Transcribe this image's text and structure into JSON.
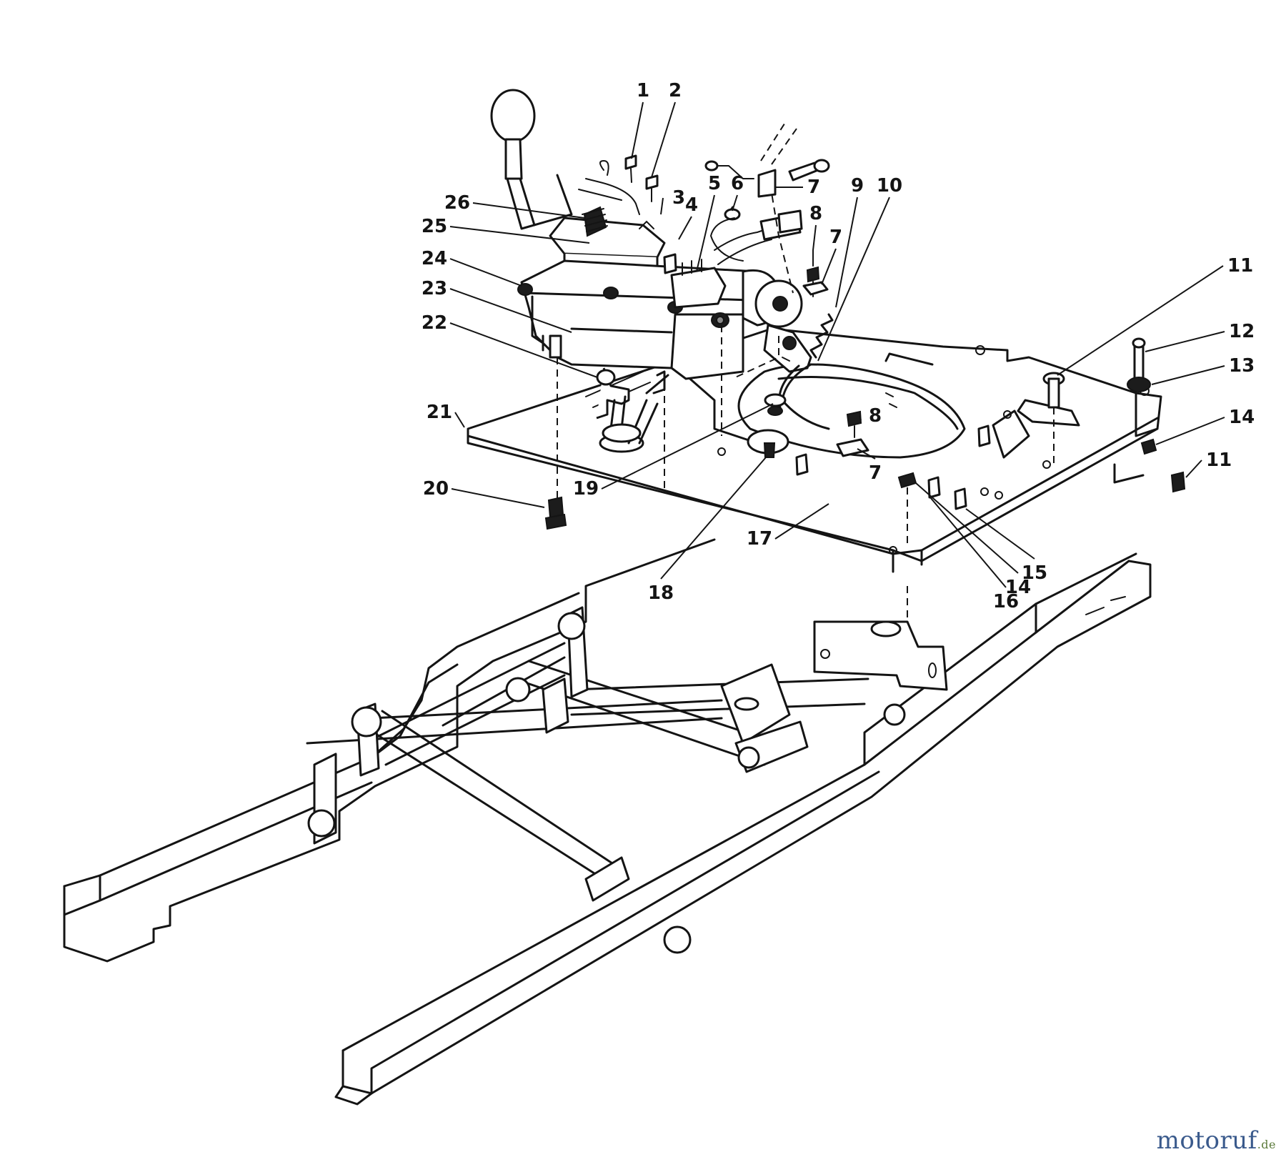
{
  "diagram": {
    "callouts": [
      {
        "label": "1"
      },
      {
        "label": "2"
      },
      {
        "label": "3"
      },
      {
        "label": "4"
      },
      {
        "label": "5"
      },
      {
        "label": "6"
      },
      {
        "label": "7"
      },
      {
        "label": "7"
      },
      {
        "label": "7"
      },
      {
        "label": "8"
      },
      {
        "label": "8"
      },
      {
        "label": "9"
      },
      {
        "label": "10"
      },
      {
        "label": "11"
      },
      {
        "label": "11"
      },
      {
        "label": "12"
      },
      {
        "label": "13"
      },
      {
        "label": "14"
      },
      {
        "label": "14"
      },
      {
        "label": "15"
      },
      {
        "label": "16"
      },
      {
        "label": "17"
      },
      {
        "label": "18"
      },
      {
        "label": "19"
      },
      {
        "label": "20"
      },
      {
        "label": "21"
      },
      {
        "label": "22"
      },
      {
        "label": "23"
      },
      {
        "label": "24"
      },
      {
        "label": "25"
      },
      {
        "label": "26"
      }
    ]
  },
  "watermark": {
    "main": "motoruf",
    "sup": ".de"
  }
}
